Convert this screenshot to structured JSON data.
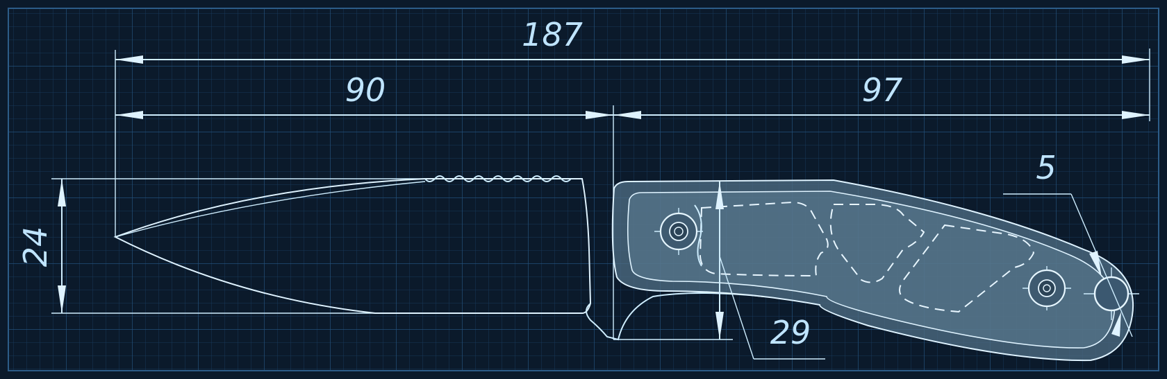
{
  "dimensions": {
    "overall_length": "187",
    "blade_length": "90",
    "handle_length": "97",
    "blade_height": "24",
    "handle_height": "29",
    "hole_diameter": "5"
  },
  "colors": {
    "background": "#0b1a2b",
    "grid": "#1e4466",
    "line": "#cfeeff",
    "handle_fill": "#4d6b82"
  }
}
